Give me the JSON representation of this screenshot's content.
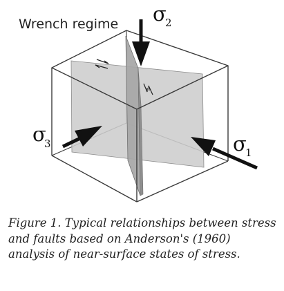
{
  "diagram": {
    "regime_title": "Wrench regime",
    "stress_labels": [
      {
        "symbol": "σ",
        "subscript": "2"
      },
      {
        "symbol": "σ",
        "subscript": "3"
      },
      {
        "symbol": "σ",
        "subscript": "1"
      }
    ],
    "colors": {
      "cube_edge": "#3a3a3a",
      "plane_light": "#cdcdcd",
      "plane_dark": "#9c9c9c",
      "arrow": "#111111"
    }
  },
  "caption": "Figure 1. Typical relationships between stress and faults based on Anderson's (1960) analysis of near-surface states of stress."
}
